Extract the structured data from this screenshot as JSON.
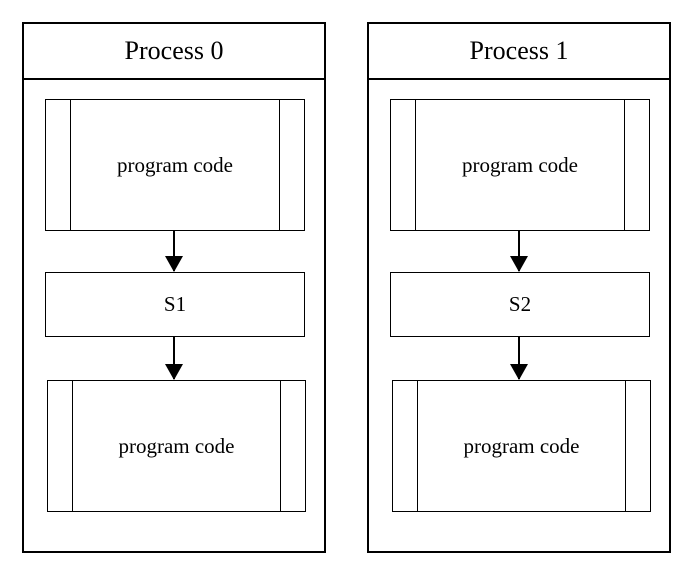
{
  "processes": [
    {
      "title": "Process 0",
      "top_block": "program code",
      "statement": "S1",
      "bottom_block": "program code"
    },
    {
      "title": "Process 1",
      "top_block": "program code",
      "statement": "S2",
      "bottom_block": "program code"
    }
  ],
  "colors": {
    "stroke": "#000000",
    "background": "#ffffff"
  }
}
